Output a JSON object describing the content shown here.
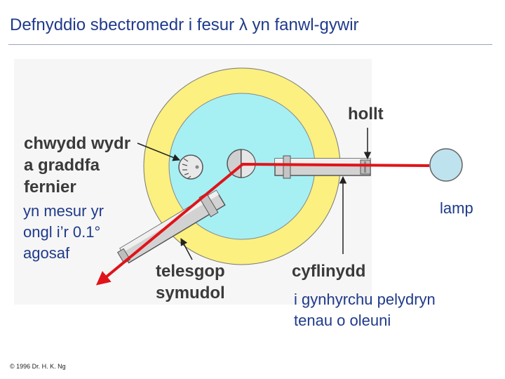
{
  "title": "Defnyddio sbectromedr i fesur λ yn fanwl-gywir",
  "labels": {
    "hollt": "hollt",
    "chwyddwydr_line1": "chwydd wydr",
    "chwyddwydr_line2": "a graddfa",
    "chwyddwydr_line3": "fernier",
    "mesur_line1": "yn mesur yr",
    "mesur_line2": "ongl i’r 0.1°",
    "mesur_line3": "agosaf",
    "lamp": "lamp",
    "telesgop_line1": "telesgop",
    "telesgop_line2": "symudol",
    "cyflinydd": "cyflinydd",
    "pelydryn_line1": "i gynhyrchu pelydryn",
    "pelydryn_line2": "tenau o oleuni"
  },
  "copyright": "© 1996 Dr. H. K. Ng",
  "colors": {
    "title": "#1f3a8a",
    "outer_disk": "#fbf080",
    "inner_disk": "#a6f0f4",
    "lamp": "#bfe3ee",
    "beam": "#e0141a",
    "tube": "#d2d2d2"
  }
}
